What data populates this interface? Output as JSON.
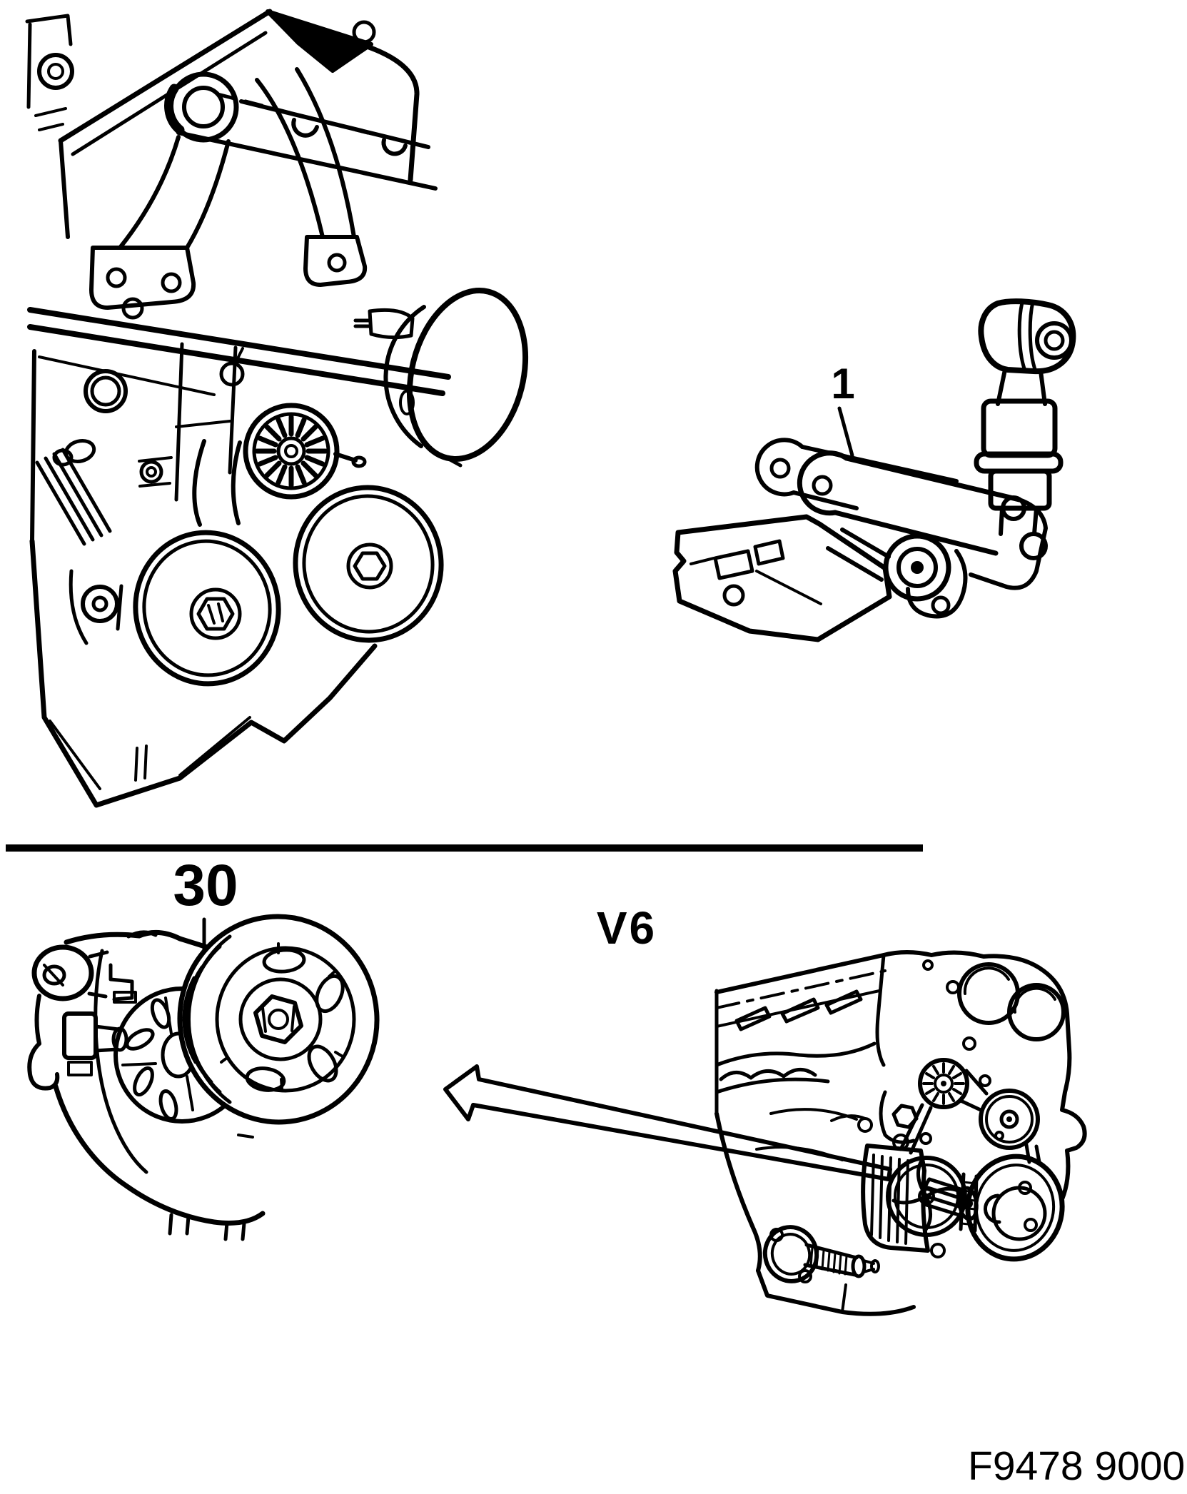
{
  "page": {
    "background_color": "#ffffff",
    "ink_color": "#000000"
  },
  "figure": {
    "top_section": {
      "part_label": "1"
    },
    "bottom_section": {
      "part_label": "30",
      "engine_variant_label": "V6",
      "figure_code": "F9478 9000"
    }
  }
}
